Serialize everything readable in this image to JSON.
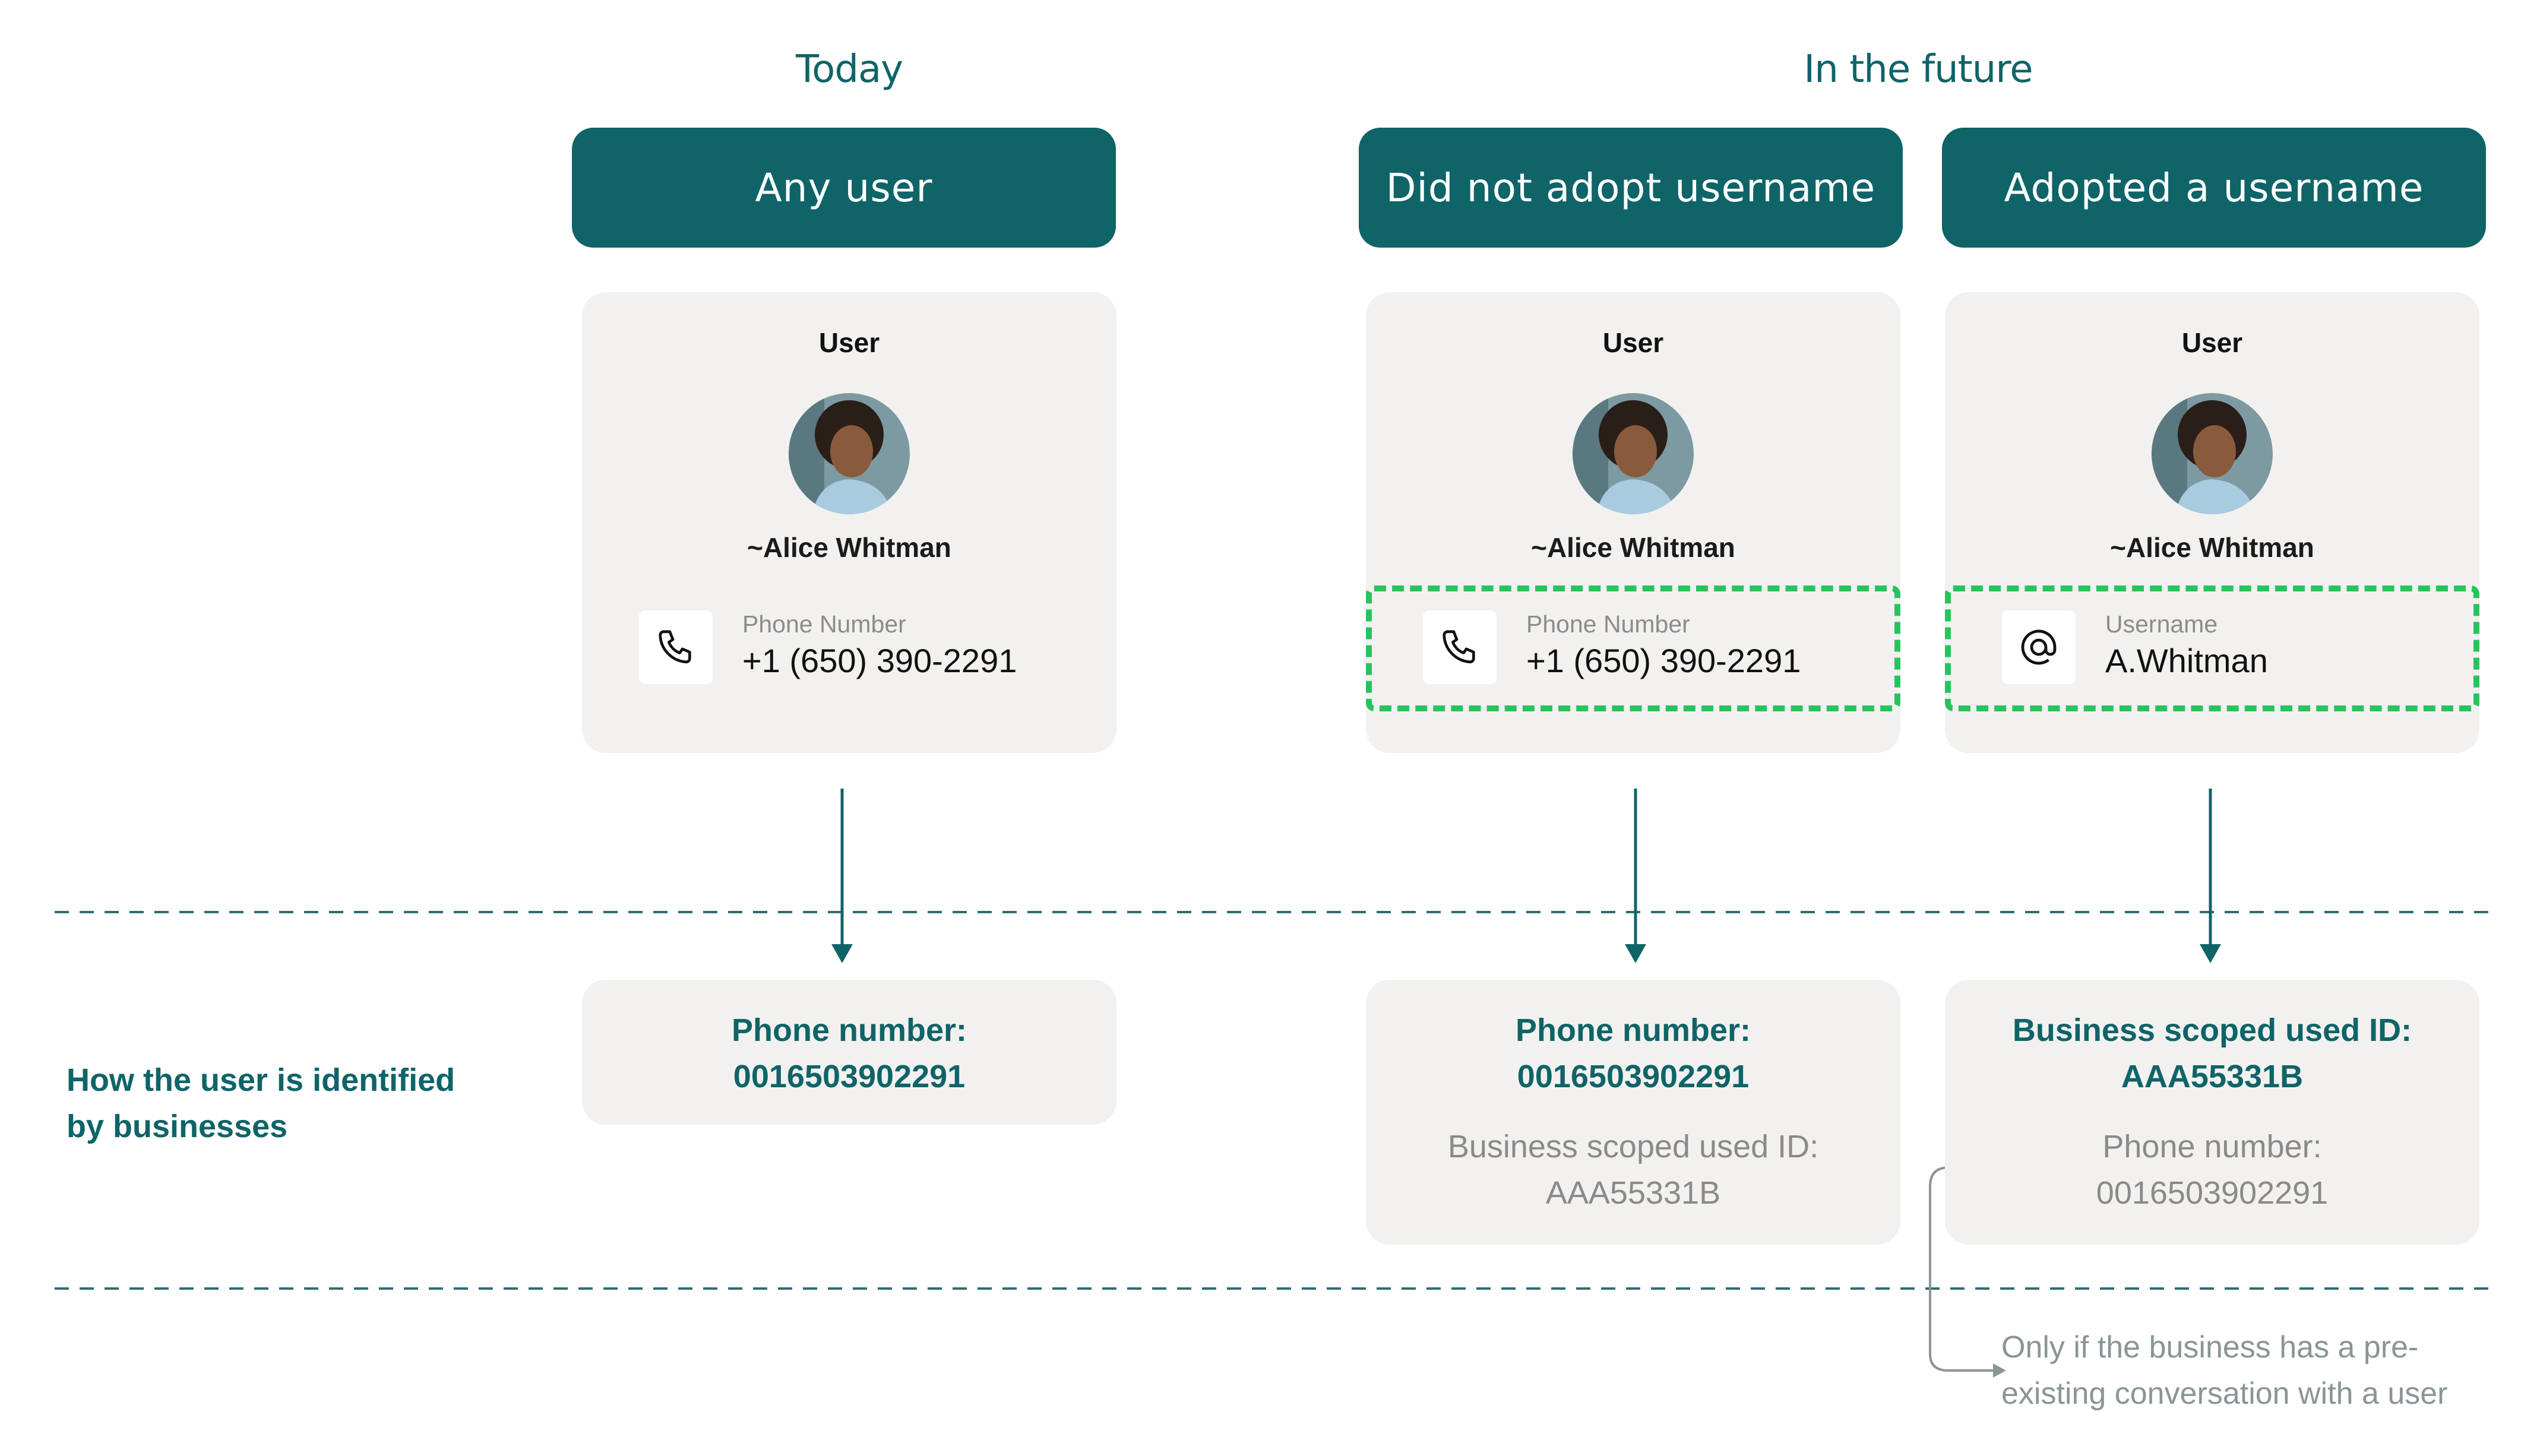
{
  "sections": {
    "today": "Today",
    "future": "In the future"
  },
  "headers": {
    "any_user": "Any user",
    "not_adopted": "Did not adopt username",
    "adopted": "Adopted a username"
  },
  "cards": [
    {
      "title": "User",
      "name": "~Alice Whitman",
      "field_label": "Phone Number",
      "field_value": "+1 (650) 390-2291",
      "icon": "phone-icon"
    },
    {
      "title": "User",
      "name": "~Alice Whitman",
      "field_label": "Phone Number",
      "field_value": "+1 (650) 390-2291",
      "icon": "phone-icon"
    },
    {
      "title": "User",
      "name": "~Alice Whitman",
      "field_label": "Username",
      "field_value": "A.Whitman",
      "icon": "at-icon"
    }
  ],
  "side_label": {
    "line1": "How the user is identified",
    "line2": "by businesses"
  },
  "results": [
    {
      "primary_label": "Phone number:",
      "primary_value": "0016503902291"
    },
    {
      "primary_label": "Phone number:",
      "primary_value": "0016503902291",
      "secondary_label": "Business scoped used ID:",
      "secondary_value": "AAA55331B"
    },
    {
      "primary_label": "Business scoped used ID:",
      "primary_value": "AAA55331B",
      "secondary_label": "Phone number:",
      "secondary_value": "0016503902291"
    }
  ],
  "note": {
    "line1": "Only if the business has a pre-",
    "line2": "existing conversation with a user"
  },
  "colors": {
    "teal": "#0f6468",
    "card_bg": "#f2f1ef",
    "highlight": "#27c45e",
    "muted": "#8a8a8a"
  }
}
